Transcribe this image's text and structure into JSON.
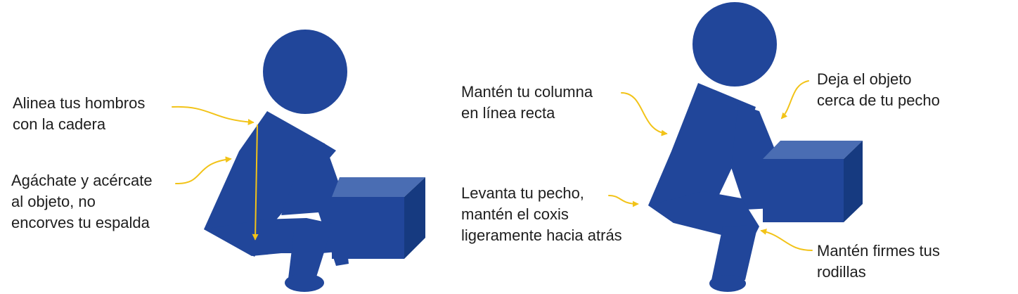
{
  "colors": {
    "figure": "#21469a",
    "box_front": "#21469a",
    "box_top": "#4a6db3",
    "box_side": "#163a80",
    "arrow": "#f2c318",
    "text": "#1e1e1e"
  },
  "left_panel": {
    "labels": {
      "shoulders": {
        "line1": "Alinea tus hombros",
        "line2": "con la cadera"
      },
      "squat": {
        "line1": "Agáchate y acércate",
        "line2": "al objeto, no",
        "line3": "encorves tu espalda"
      }
    }
  },
  "right_panel": {
    "labels": {
      "spine": {
        "line1": "Mantén tu columna",
        "line2": "en línea recta"
      },
      "chest": {
        "line1": "Levanta tu pecho,",
        "line2": "mantén el coxis",
        "line3": "ligeramente hacia atrás"
      },
      "object": {
        "line1": "Deja el objeto",
        "line2": "cerca de tu pecho"
      },
      "knees": {
        "line1": "Mantén firmes tus",
        "line2": "rodillas"
      }
    }
  }
}
